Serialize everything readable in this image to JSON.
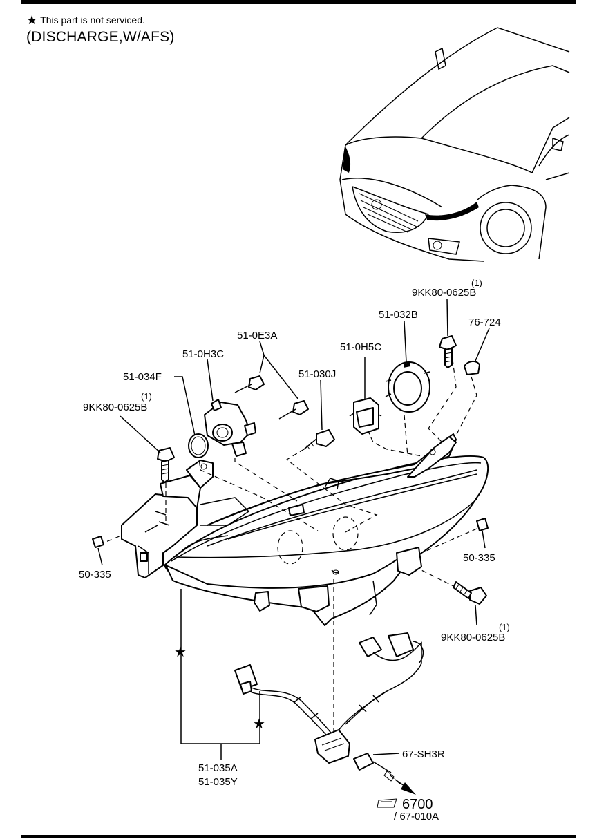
{
  "note": {
    "star": "★",
    "text": "This part is not serviced."
  },
  "variant": "(DISCHARGE,W/AFS)",
  "callouts": {
    "bolt_top_right_qty": "(1)",
    "bolt_top_right": "9KK80-0625B",
    "cap": "76-724",
    "bulb_ring": "51-032B",
    "socket": "51-0H5C",
    "bulb": "51-030J",
    "screws": "51-0E3A",
    "actuator": "51-0H3C",
    "oring": "51-034F",
    "bolt_left_qty": "(1)",
    "bolt_left": "9KK80-0625B",
    "clip_left": "50-335",
    "clip_right": "50-335",
    "bolt_bottom_right_qty": "(1)",
    "bolt_bottom_right": "9KK80-0625B",
    "headlamp_l": "51-035A",
    "headlamp_r": "51-035Y",
    "connector": "67-SH3R",
    "ref_number": "6700",
    "ref_sub": "/ 67-010A",
    "star_mark_1": "★",
    "star_mark_2": "★"
  },
  "icons": [
    "star-icon",
    "arrow-icon",
    "reference-icon"
  ]
}
